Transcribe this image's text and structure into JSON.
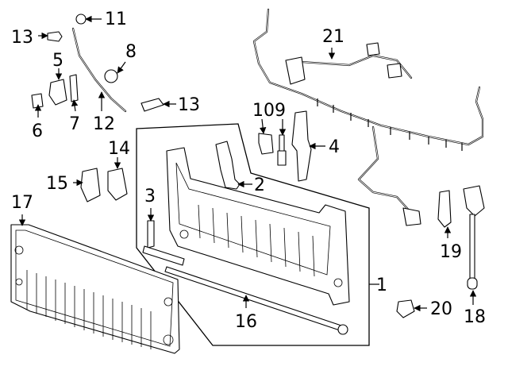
{
  "callouts": {
    "c1": "1",
    "c2": "2",
    "c3": "3",
    "c4": "4",
    "c5": "5",
    "c6": "6",
    "c7": "7",
    "c8": "8",
    "c9": "9",
    "c10": "10",
    "c11": "11",
    "c12": "12",
    "c13a": "13",
    "c13b": "13",
    "c14": "14",
    "c15": "15",
    "c16": "16",
    "c17": "17",
    "c18": "18",
    "c19": "19",
    "c20": "20",
    "c21": "21"
  },
  "colors": {
    "line": "#000000",
    "background": "#ffffff"
  }
}
